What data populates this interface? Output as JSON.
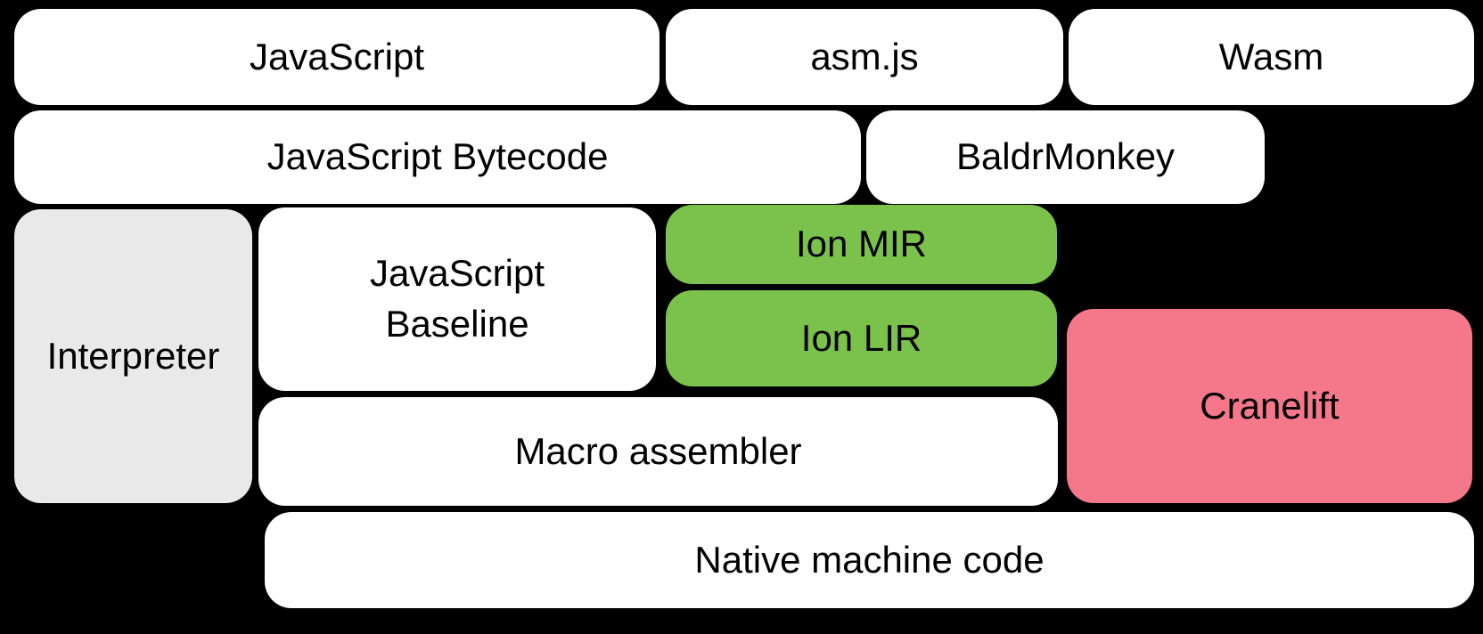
{
  "diagram": {
    "description": "Compiler pipeline diagram of rounded boxes on a black background",
    "background_color": "#000000",
    "text_color": "#000000",
    "colors": {
      "default_box": "#ffffff",
      "interpreter_box": "#e9e9e9",
      "ion_box": "#7bc24d",
      "cranelift_box": "#f5788a"
    },
    "boxes": {
      "javascript": {
        "label": "JavaScript",
        "color": "#ffffff"
      },
      "asmjs": {
        "label": "asm.js",
        "color": "#ffffff"
      },
      "wasm": {
        "label": "Wasm",
        "color": "#ffffff"
      },
      "bytecode": {
        "label": "JavaScript Bytecode",
        "color": "#ffffff"
      },
      "baldrmonkey": {
        "label": "BaldrMonkey",
        "color": "#ffffff"
      },
      "interpreter": {
        "label": "Interpreter",
        "color": "#e9e9e9"
      },
      "baseline": {
        "label": "JavaScript Baseline",
        "color": "#ffffff"
      },
      "ion_mir": {
        "label": "Ion MIR",
        "color": "#7bc24d"
      },
      "ion_lir": {
        "label": "Ion LIR",
        "color": "#7bc24d"
      },
      "cranelift": {
        "label": "Cranelift",
        "color": "#f5788a"
      },
      "macro": {
        "label": "Macro assembler",
        "color": "#ffffff"
      },
      "native": {
        "label": "Native machine code",
        "color": "#ffffff"
      }
    }
  }
}
